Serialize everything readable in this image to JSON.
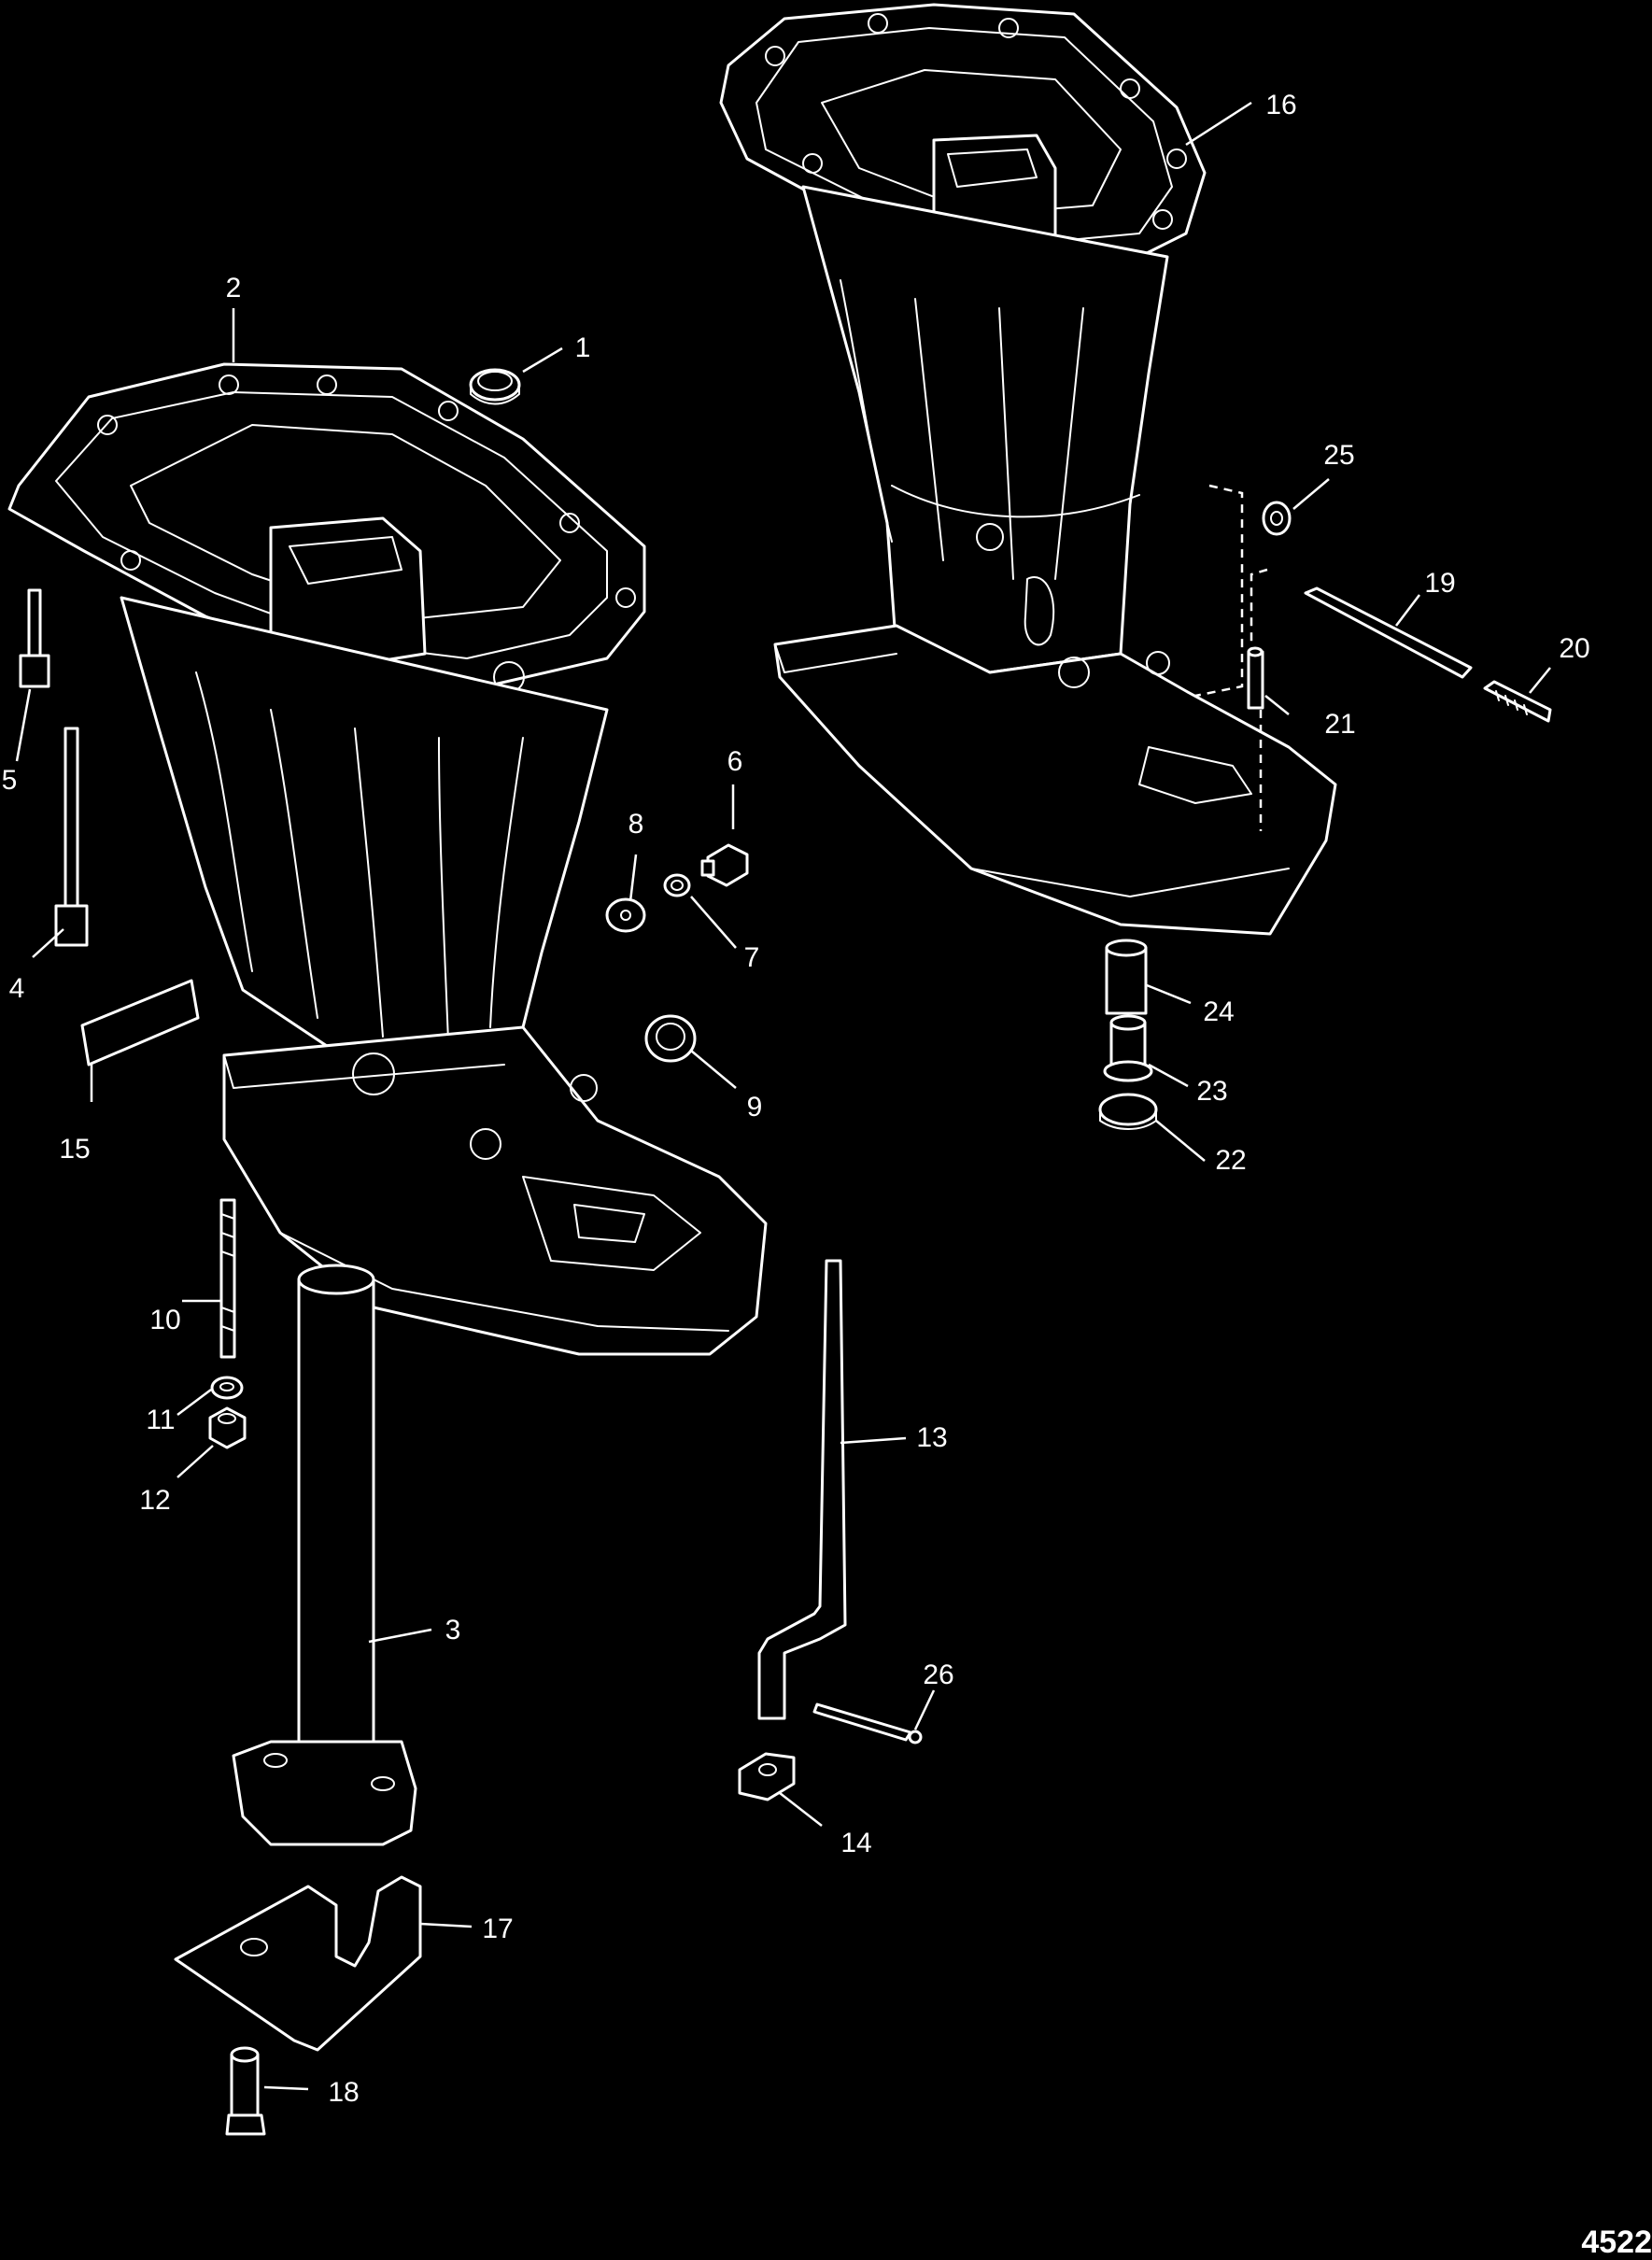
{
  "figure": {
    "id": "4522"
  },
  "callouts": [
    "1",
    "2",
    "3",
    "4",
    "5",
    "6",
    "7",
    "8",
    "9",
    "10",
    "11",
    "12",
    "13",
    "14",
    "15",
    "16",
    "17",
    "18",
    "19",
    "20",
    "21",
    "22",
    "23",
    "24",
    "25",
    "26"
  ]
}
